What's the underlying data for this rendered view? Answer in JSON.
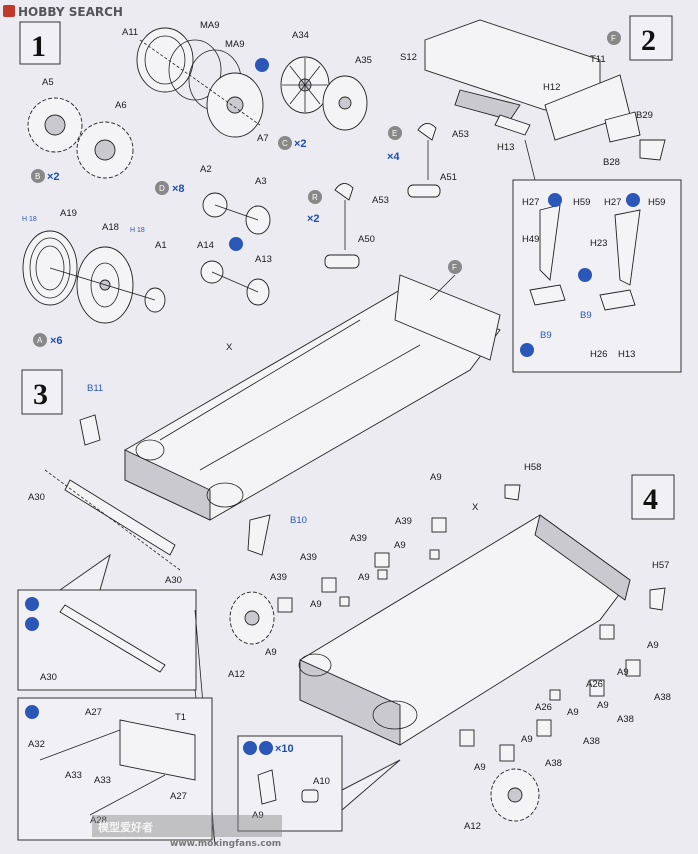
{
  "watermark_top": "HOBBY SEARCH",
  "watermark_bottom": "www.moxingfans.com",
  "watermark_bottom_cn": "模型爱好者",
  "steps": [
    "1",
    "2",
    "3",
    "4"
  ],
  "step1": {
    "labels": {
      "A11": "A11",
      "MA9a": "MA9",
      "MA9b": "MA9",
      "A34": "A34",
      "A35": "A35",
      "A7": "A7",
      "A5": "A5",
      "A6": "A6",
      "A2": "A2",
      "A3": "A3",
      "A19": "A19",
      "A18": "A18",
      "A1": "A1",
      "A14": "A14",
      "A13": "A13",
      "A53a": "A53",
      "A51": "A51",
      "A53b": "A53",
      "A50": "A50",
      "H18a": "H 18",
      "H18b": "H 18"
    },
    "qty": {
      "B": "×2",
      "C": "×2",
      "D": "×8",
      "E": "×4",
      "R": "×2",
      "A": "×6"
    },
    "letters": {
      "B": "B",
      "C": "C",
      "D": "D",
      "E": "E",
      "R": "R",
      "A": "A"
    }
  },
  "step2": {
    "labels": {
      "S12": "S12",
      "T11": "T11",
      "H12": "H12",
      "H13": "H13",
      "B29": "B29",
      "B28": "B28",
      "F": "F",
      "H27a": "H27",
      "H59a": "H59",
      "H27b": "H27",
      "H59b": "H59",
      "H49": "H49",
      "H23": "H23",
      "B9a": "B9",
      "B9b": "B9",
      "H26": "H26",
      "H13b": "H13",
      "Fc": "F"
    }
  },
  "step3": {
    "labels": {
      "X": "X",
      "B11": "B11",
      "A30a": "A30",
      "A30b": "A30",
      "B10": "B10",
      "A30c": "A30",
      "A27": "A27",
      "T1": "T1",
      "A32": "A32",
      "A33a": "A33",
      "A33b": "A33",
      "A27b": "A27",
      "A28": "A28"
    }
  },
  "step4": {
    "labels": {
      "H58": "H58",
      "X": "X",
      "A9a": "A9",
      "A39a": "A39",
      "A39b": "A39",
      "A9b": "A9",
      "A9c": "A9",
      "A39c": "A39",
      "A9d": "A9",
      "A39d": "A39",
      "A9e": "A9",
      "A12a": "A12",
      "A9f": "A9",
      "H57": "H57",
      "A9g": "A9",
      "A38a": "A38",
      "A26a": "A26",
      "A9h": "A9",
      "A26b": "A26",
      "A9i": "A9",
      "A38b": "A38",
      "A9j": "A9",
      "A38c": "A38",
      "A9k": "A9",
      "A38d": "A38",
      "A9l": "A9",
      "A10": "A10",
      "A9m": "A9",
      "A12b": "A12"
    },
    "qty_callout": "×10"
  },
  "colors": {
    "background": "#ecebf2",
    "line": "#222222",
    "accent_blue": "#2a57b8"
  }
}
